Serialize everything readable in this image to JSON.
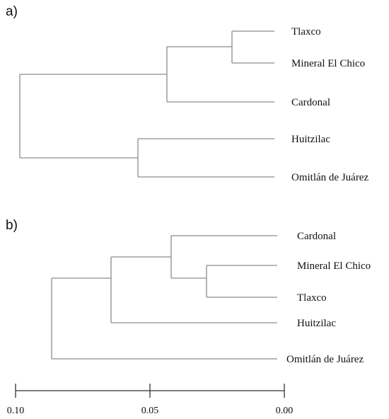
{
  "panels": [
    {
      "label": "a)",
      "leaves": [
        "Tlaxco",
        "Mineral El Chico",
        "Cardonal",
        "Huitzilac",
        "Omitlán de Juárez"
      ],
      "tree": {
        "children": [
          {
            "children": [
              {
                "children": [
                  {
                    "leaf": 0
                  },
                  {
                    "leaf": 1
                  }
                ]
              },
              {
                "leaf": 2
              }
            ]
          },
          {
            "children": [
              {
                "leaf": 3
              },
              {
                "leaf": 4
              }
            ]
          }
        ]
      }
    },
    {
      "label": "b)",
      "leaves": [
        "Cardonal",
        "Mineral El Chico",
        "Tlaxco",
        "Huitzilac",
        "Omitlán de Juárez"
      ],
      "tree": {
        "children": [
          {
            "children": [
              {
                "children": [
                  {
                    "leaf": 0
                  },
                  {
                    "children": [
                      {
                        "leaf": 1
                      },
                      {
                        "leaf": 2
                      }
                    ]
                  }
                ]
              },
              {
                "leaf": 3
              }
            ]
          },
          {
            "leaf": 4
          }
        ]
      },
      "scale": {
        "ticks": [
          "0.10",
          "0.05",
          "0.00"
        ]
      }
    }
  ]
}
